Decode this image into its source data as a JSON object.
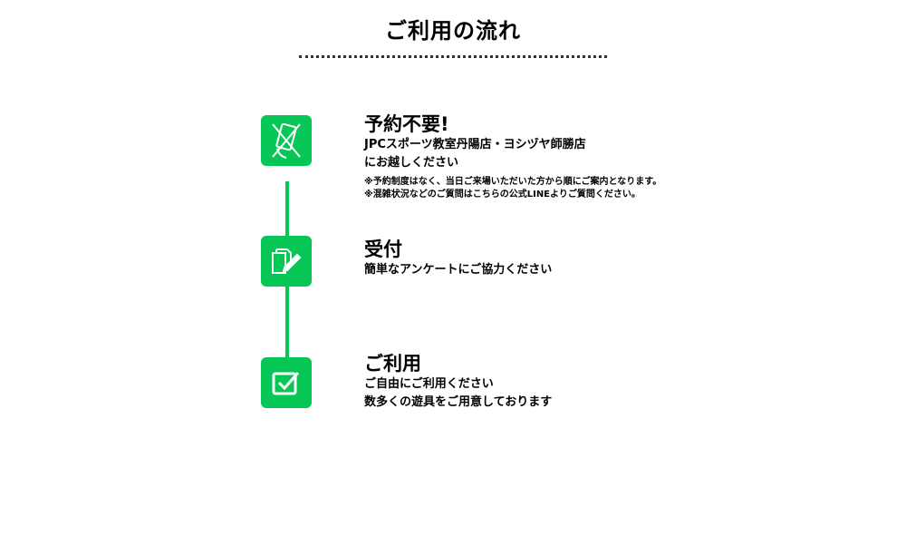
{
  "title": "ご利用の流れ",
  "accent": "#06c755",
  "steps": [
    {
      "icon": "no-phone-icon",
      "heading": "予約不要!",
      "lines": [
        "JPCスポーツ教室丹陽店・ヨシヅヤ師勝店",
        "にお越しください"
      ],
      "notes": [
        "※予約制度はなく、当日ご来場いただいた方から順にご案内となります。",
        "※混雑状況などのご質問はこちらの公式LINEよりご質問ください。"
      ]
    },
    {
      "icon": "form-edit-icon",
      "heading": "受付",
      "lines": [
        "簡単なアンケートにご協力ください"
      ]
    },
    {
      "icon": "checkbox-icon",
      "heading": "ご利用",
      "lines": [
        "ご自由にご利用ください",
        "数多くの遊具をご用意しております"
      ]
    }
  ]
}
